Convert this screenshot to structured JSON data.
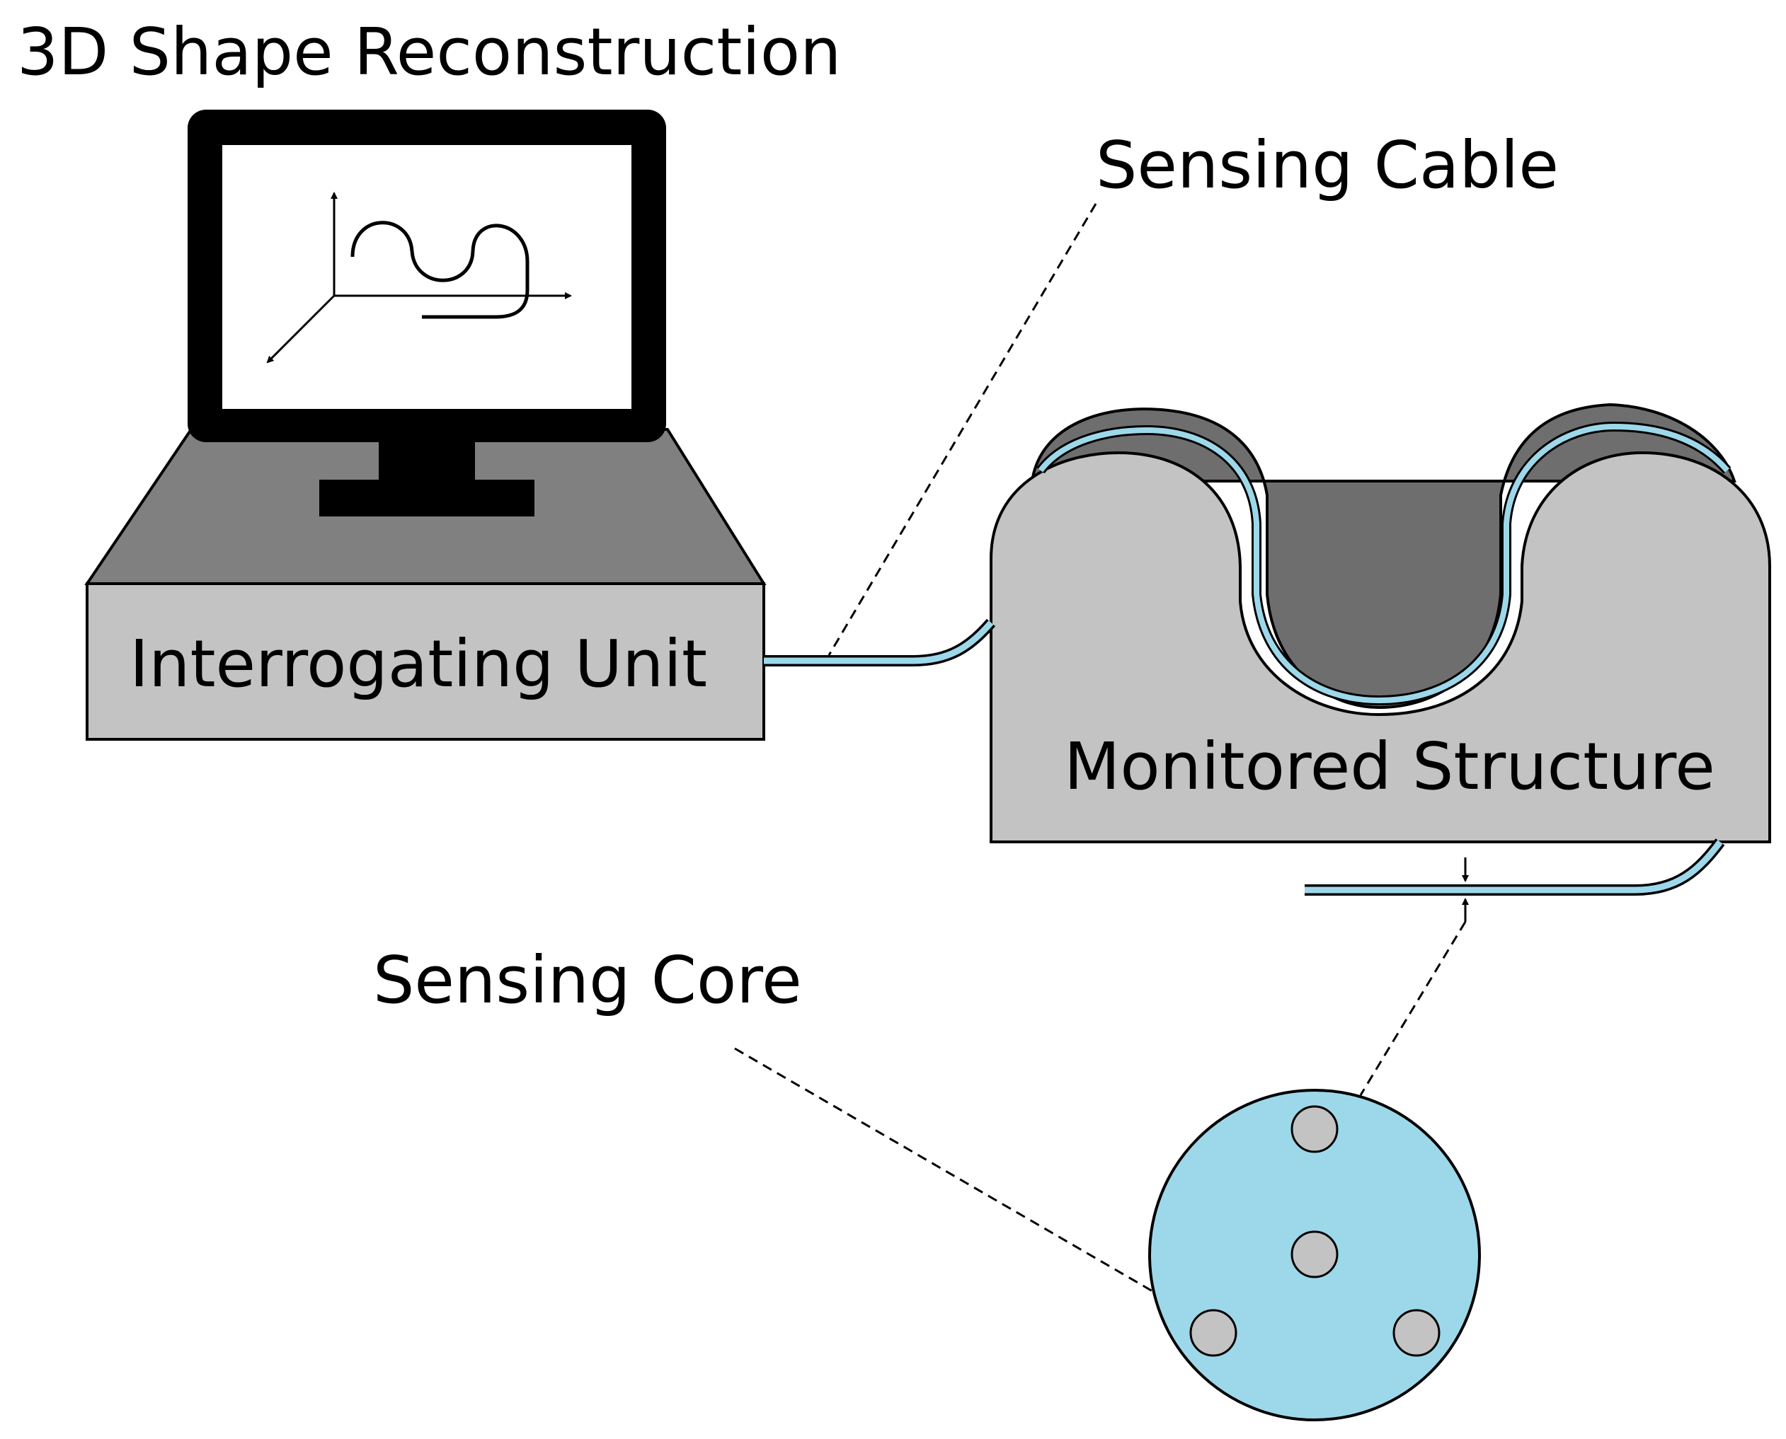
{
  "title": "3D Shape Reconstruction",
  "labels": {
    "sensing_cable": "Sensing Cable",
    "interrogating_unit": "Interrogating Unit",
    "monitored_structure": "Monitored Structure",
    "sensing_core": "Sensing Core"
  },
  "colors": {
    "cable": "#9dd8ea",
    "cross_section": "#9dd8ea",
    "unit_body": "#c3c3c3",
    "unit_top": "#808080",
    "structure": "#c3c3c3",
    "structure_groove": "#6e6e6e",
    "fiber_core": "#c3c3c3",
    "monitor": "#000000"
  }
}
